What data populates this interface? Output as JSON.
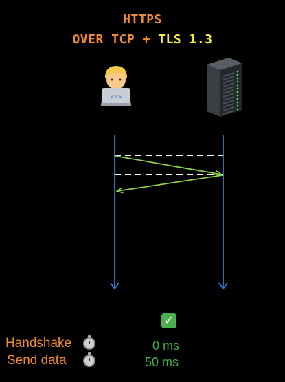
{
  "title": {
    "line1": "HTTPS",
    "line2_part1": "OVER TCP + ",
    "line2_part2": "TLS 1.3"
  },
  "icons": {
    "client": "developer-laptop-icon",
    "server": "server-rack-icon"
  },
  "colors": {
    "orange": "#f08b2f",
    "yellow": "#f5ef3a",
    "timeline_blue": "#2a7de1",
    "arrow_green": "#8fcf4a",
    "dashed_white": "#ffffff",
    "value_green": "#3fae4a"
  },
  "status": {
    "icon": "check-mark-icon"
  },
  "metrics": [
    {
      "label": "Handshake",
      "icon": "stopwatch-icon",
      "value": "0 ms"
    },
    {
      "label": "Send data",
      "icon": "stopwatch-icon",
      "value": "50 ms"
    }
  ]
}
